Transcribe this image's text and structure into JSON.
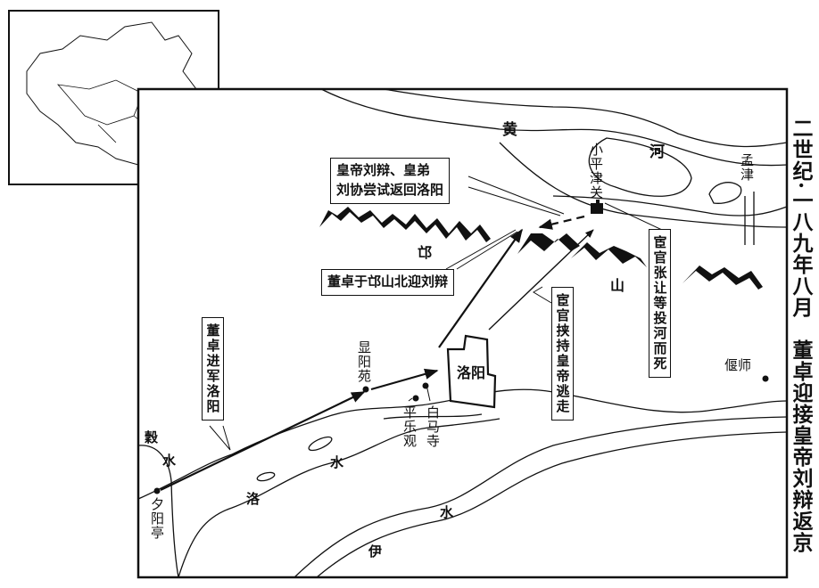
{
  "title": "二世纪·一八九年八月　董卓迎接皇帝刘辩返京",
  "rivers": {
    "huang": "黄",
    "he": "河",
    "gu": "穀",
    "gu_shui": "水",
    "luo": "洛",
    "luo_shui": "水",
    "yi": "伊",
    "yi_shui": "水"
  },
  "mountains": {
    "mang": "邙",
    "shan": "山"
  },
  "places": {
    "xiaopingjinguan": "小平津关",
    "mengjin": "孟津",
    "luoyang": "洛阳",
    "xianyangyuan": "显阳苑",
    "pingleguan": "平乐观",
    "baimasi": "白马寺",
    "yanshi": "偃师",
    "xiyangting": "夕阳亭"
  },
  "callouts": {
    "return_line1": "皇帝刘辩、皇弟",
    "return_line2": "刘协尝试返回洛阳",
    "meet": "董卓于邙山北迎刘辩",
    "zhangrang": "宦官张让等投河而死",
    "flee": "宦官挟持皇帝逃走",
    "advance": "董卓进军洛阳"
  }
}
